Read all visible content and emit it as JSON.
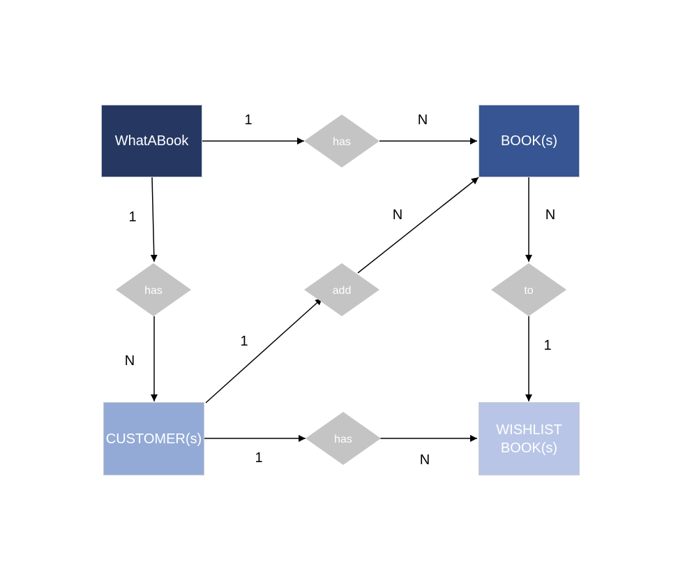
{
  "diagram": {
    "entities": [
      {
        "id": "whatabook",
        "label": "WhatABook",
        "color": "#263862"
      },
      {
        "id": "books",
        "label": "BOOK(s)",
        "color": "#365592"
      },
      {
        "id": "customers",
        "label": "CUSTOMER(s)",
        "color": "#93aad6"
      },
      {
        "id": "wishlist",
        "label": "WISHLIST\nBOOK(s)",
        "color": "#b8c5e6"
      }
    ],
    "relationships": [
      {
        "id": "has-top",
        "label": "has"
      },
      {
        "id": "has-left",
        "label": "has"
      },
      {
        "id": "add",
        "label": "add"
      },
      {
        "id": "to",
        "label": "to"
      },
      {
        "id": "has-bottom",
        "label": "has"
      }
    ],
    "relationship_color": "#c4c4c4",
    "cardinalities": [
      {
        "id": "c-top-1",
        "text": "1"
      },
      {
        "id": "c-top-n",
        "text": "N"
      },
      {
        "id": "c-left-1",
        "text": "1"
      },
      {
        "id": "c-left-n",
        "text": "N"
      },
      {
        "id": "c-add-1",
        "text": "1"
      },
      {
        "id": "c-add-n",
        "text": "N"
      },
      {
        "id": "c-right-n",
        "text": "N"
      },
      {
        "id": "c-right-1",
        "text": "1"
      },
      {
        "id": "c-bottom-1",
        "text": "1"
      },
      {
        "id": "c-bottom-n",
        "text": "N"
      }
    ]
  }
}
